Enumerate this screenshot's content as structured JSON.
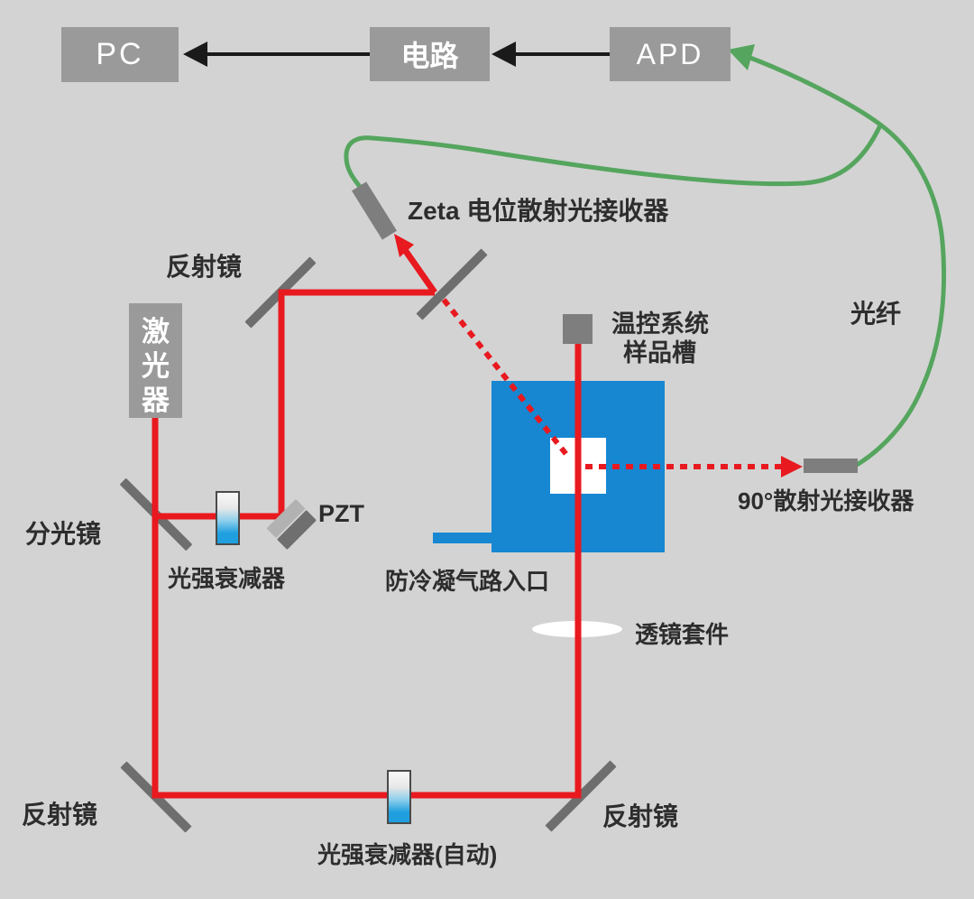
{
  "colors": {
    "background": "#d3d3d3",
    "box_gray": "#9a9a9a",
    "dark_gray": "#7e7e7e",
    "mirror_gray": "#6e6e6e",
    "beam_red": "#e8191f",
    "fiber_green": "#55a55e",
    "sample_blue": "#1787d2",
    "attenuator_blue": "#1f9fdf",
    "text_dark": "#2d2d2d",
    "white": "#ffffff"
  },
  "blocks": {
    "pc": "PC",
    "circuit": "电路",
    "apd": "APD",
    "laser": "激光器"
  },
  "labels": {
    "zeta_receiver": "Zeta 电位散射光接收器",
    "fiber": "光纤",
    "mirror_top": "反射镜",
    "beam_splitter": "分光镜",
    "attenuator": "光强衰减器",
    "pzt": "PZT",
    "temp_system_line1": "温控系统",
    "temp_system_line2": "样品槽",
    "anti_condensation": "防冷凝气路入口",
    "receiver_90": "90°散射光接收器",
    "lens_kit": "透镜套件",
    "mirror_bottom_left": "反射镜",
    "mirror_bottom_right": "反射镜",
    "attenuator_auto": "光强衰减器(自动)"
  }
}
